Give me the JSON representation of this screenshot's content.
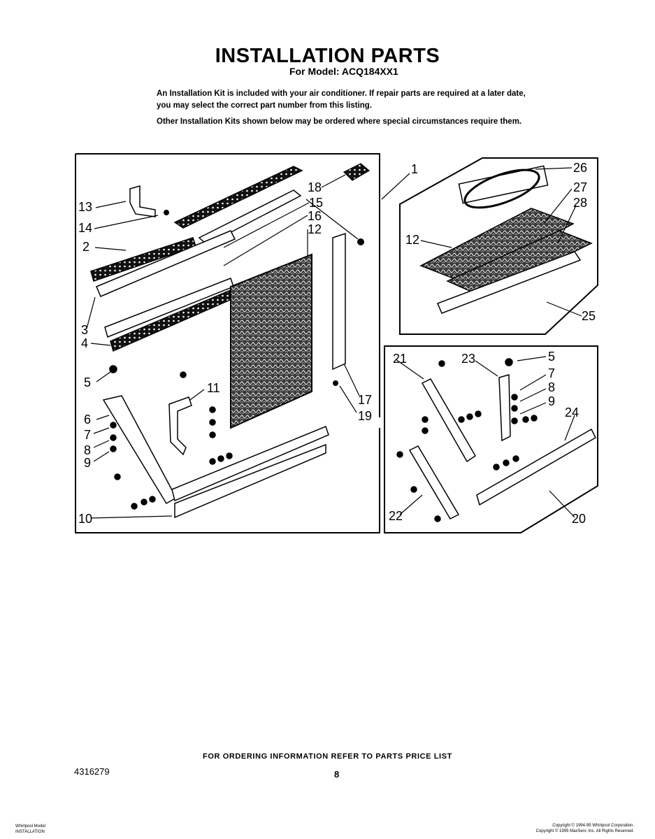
{
  "header": {
    "title": "INSTALLATION PARTS",
    "subtitle": "For Model: ACQ184XX1"
  },
  "intro": {
    "paragraph1": "An Installation Kit is included with your air conditioner. If repair parts are required at a later date, you may select the correct part number from this listing.",
    "paragraph2": "Other Installation Kits shown below may be ordered where special circumstances require them."
  },
  "callouts": {
    "c1": "1",
    "c2": "2",
    "c3": "3",
    "c4": "4",
    "c5a": "5",
    "c5b": "5",
    "c6": "6",
    "c7a": "7",
    "c7b": "7",
    "c8a": "8",
    "c8b": "8",
    "c9a": "9",
    "c9b": "9",
    "c10": "10",
    "c11": "11",
    "c12a": "12",
    "c12b": "12",
    "c13": "13",
    "c14": "14",
    "c15": "15",
    "c16": "16",
    "c17": "17",
    "c18": "18",
    "c19": "19",
    "c20": "20",
    "c21": "21",
    "c22": "22",
    "c23": "23",
    "c24": "24",
    "c25": "25",
    "c26": "26",
    "c27": "27",
    "c28": "28"
  },
  "footer": {
    "ordering_note": "FOR ORDERING INFORMATION REFER TO PARTS PRICE LIST",
    "doc_number": "4316279",
    "page_number": "8",
    "bottom_left_line1": "Whirlpool Model",
    "bottom_left_line2": "INSTALLATION",
    "copyright_line1": "Copyright © 1994-95 Whirlpool Corporation.",
    "copyright_line2": "Copyright © 1995 MaxServ, Inc.  All Rights Reserved."
  }
}
